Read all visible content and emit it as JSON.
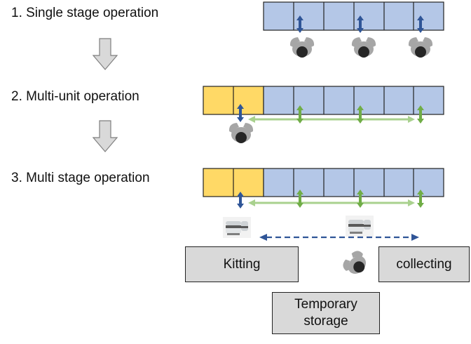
{
  "stages": [
    {
      "label": "1. Single stage operation"
    },
    {
      "label": "2. Multi-unit operation"
    },
    {
      "label": "3. Multi stage operation"
    }
  ],
  "areas": {
    "kitting": "Kitting",
    "collecting": "collecting",
    "temporary_storage_line1": "Temporary",
    "temporary_storage_line2": "storage"
  },
  "colors": {
    "cell_blue": "#b4c7e7",
    "cell_yellow": "#ffd966",
    "arrow_blue": "#2f5597",
    "arrow_green": "#70ad47",
    "arrow_light_green": "#a9d18e",
    "down_arrow": "#d9d9d9",
    "operator_body": "#a6a6a6",
    "operator_head": "#262626"
  },
  "icons": {
    "operator": "worker-top-view-icon",
    "robot": "mobile-robot-icon"
  }
}
